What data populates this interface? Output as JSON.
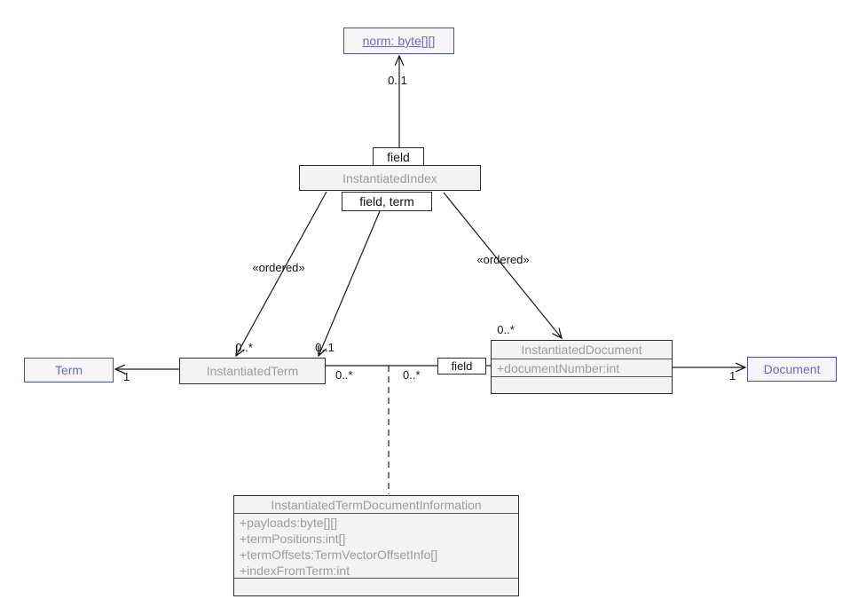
{
  "diagram": {
    "kind": "uml-class-diagram",
    "colors": {
      "background": "#ffffff",
      "class_fill": "#f3f3f3",
      "class_border": "#2b2b2b",
      "class_text": "#9c9c9c",
      "reference_border": "#4a4aaa",
      "reference_text": "#6b6bba",
      "edge": "#1a1a1a",
      "label_text": "#111111"
    },
    "norm_class": {
      "name": "norm: byte[][]"
    },
    "instantiated_index": {
      "name": "InstantiatedIndex"
    },
    "term_class": {
      "name": "Term"
    },
    "instantiated_term": {
      "name": "InstantiatedTerm"
    },
    "instantiated_document": {
      "name": "InstantiatedDocument",
      "attributes": [
        "+documentNumber:int"
      ]
    },
    "document_class": {
      "name": "Document"
    },
    "itdi_class": {
      "name": "InstantiatedTermDocumentInformation",
      "attributes": [
        "+payloads:byte[][]",
        "+termPositions:int[]",
        "+termOffsets:TermVectorOffsetInfo[]",
        "+indexFromTerm:int"
      ]
    },
    "edge_labels": {
      "norm_qualifier": "field",
      "index_qualifier": "field, term",
      "document_qualifier": "field",
      "ordered_left": "«ordered»",
      "ordered_right": "«ordered»"
    },
    "multiplicities": {
      "norm_end": "0..1",
      "term_from_index_left": "0..*",
      "term_from_index_right": "0..1",
      "term_end": "1",
      "term_assoc_end": "0..*",
      "document_assoc_end": "0..*",
      "document_from_index": "0..*",
      "document_end": "1"
    }
  }
}
